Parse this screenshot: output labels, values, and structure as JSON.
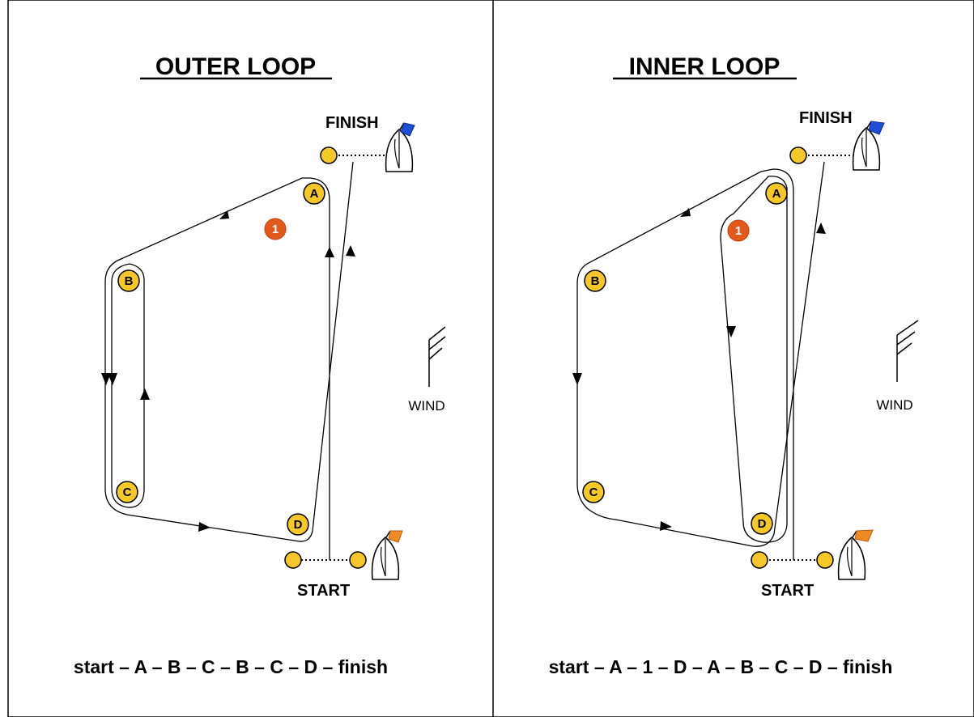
{
  "panels": [
    {
      "title": "OUTER LOOP",
      "finish_label": "FINISH",
      "start_label": "START",
      "wind_label": "WIND",
      "route": "start – A – B – C – B – C – D – finish",
      "marks": {
        "A": "A",
        "B": "B",
        "C": "C",
        "D": "D",
        "one": "1"
      }
    },
    {
      "title": "INNER LOOP",
      "finish_label": "FINISH",
      "start_label": "START",
      "wind_label": "WIND",
      "route": "start – A – 1 – D – A – B – C – D – finish",
      "marks": {
        "A": "A",
        "B": "B",
        "C": "C",
        "D": "D",
        "one": "1"
      }
    }
  ],
  "colors": {
    "mark_yellow": "#f4c927",
    "mark_orange": "#e2591b",
    "finish_flag": "#1e4fd6",
    "start_flag": "#f08a24"
  }
}
